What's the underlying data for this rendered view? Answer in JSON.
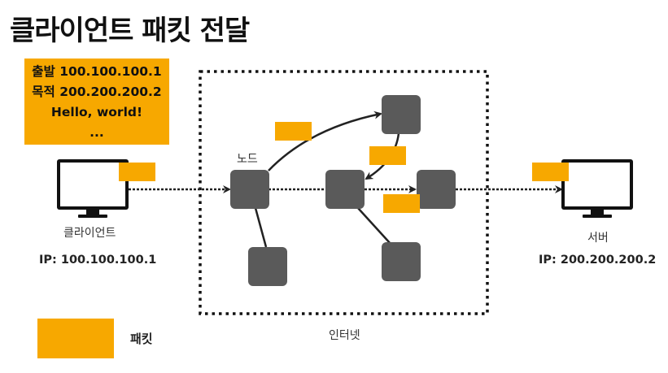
{
  "title": "클라이언트 패킷 전달",
  "packet_info": {
    "line1": "출발 100.100.100.1",
    "line2": "목적 200.200.200.2",
    "line3": "Hello, world!",
    "line4": "..."
  },
  "client": {
    "label": "클라이언트",
    "ip": "IP: 100.100.100.1"
  },
  "server": {
    "label": "서버",
    "ip": "IP: 200.200.200.2"
  },
  "node_label": "노드",
  "internet_label": "인터넷",
  "legend": {
    "label": "패킷"
  },
  "colors": {
    "packet": "#f7a800",
    "node": "#5a5a5a",
    "monitor": "#111111",
    "arrow": "#222222"
  }
}
